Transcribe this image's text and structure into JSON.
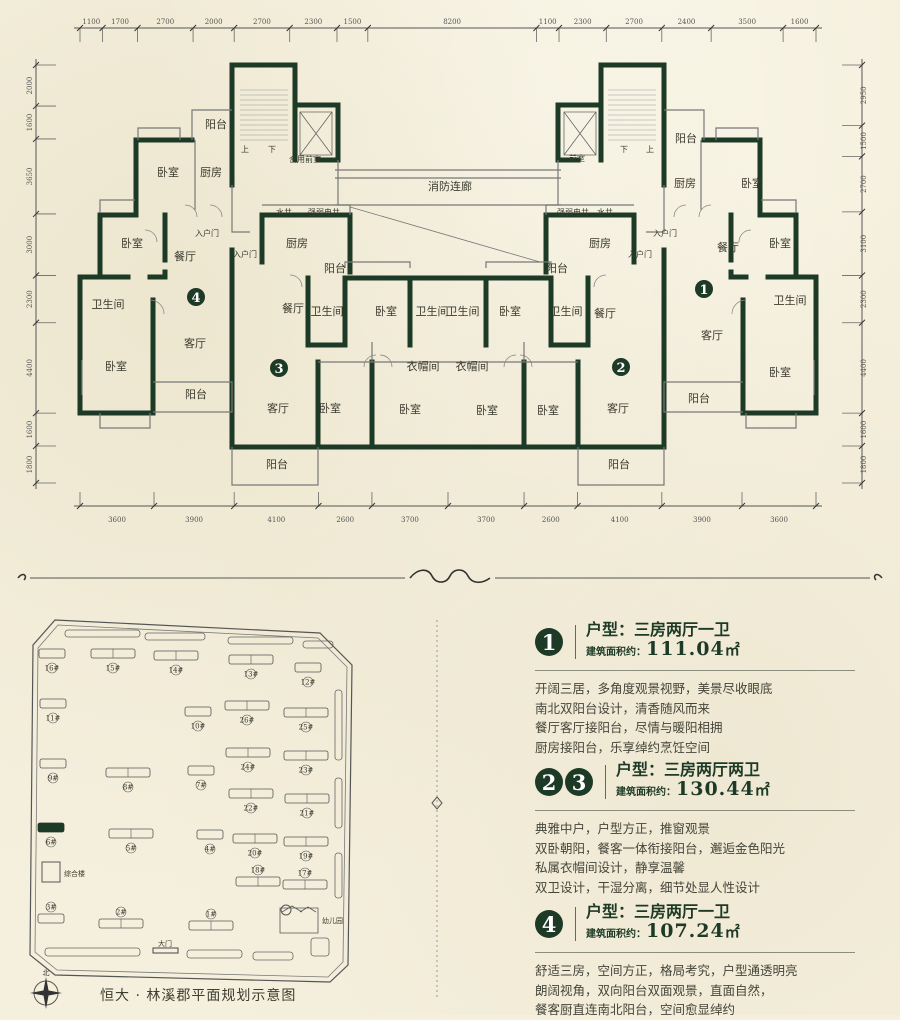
{
  "plan": {
    "dims_top": [
      1100,
      1700,
      2700,
      2000,
      2700,
      2300,
      1500,
      8200,
      1100,
      2300,
      2700,
      2400,
      3500,
      1600
    ],
    "dims_bottom": [
      3600,
      3900,
      4100,
      2600,
      3700,
      3700,
      2600,
      4100,
      3900,
      3600
    ],
    "dims_left": [
      2000,
      1600,
      3650,
      3000,
      2300,
      4400,
      1600,
      1800
    ],
    "dims_right": [
      2950,
      1500,
      2700,
      3100,
      2300,
      4400,
      1600,
      1800
    ],
    "labels": [
      "卧室",
      "厨房",
      "阳台",
      "卧室",
      "餐厅",
      "卫生间",
      "客厅",
      "卧室",
      "阳台",
      "入户门",
      "入户门",
      "厨房",
      "阳台",
      "餐厅",
      "卫生间",
      "卧室",
      "卫生间",
      "衣帽间",
      "客厅",
      "卧室",
      "卧室",
      "阳台",
      "卫生间",
      "卧室",
      "卫生间",
      "衣帽间",
      "厨房",
      "阳台",
      "餐厅",
      "客厅",
      "卧室",
      "卧室",
      "阳台",
      "入户门",
      "阳台",
      "厨房",
      "卧室",
      "卧室",
      "餐厅",
      "卫生间",
      "客厅",
      "卧室",
      "阳台",
      "入户门",
      "合用前室",
      "前室",
      "消防连廊",
      "水井",
      "强弱电井",
      "强弱电井",
      "水井",
      "上",
      "下",
      "下",
      "上"
    ],
    "unit_markers": [
      "4",
      "3",
      "2",
      "1"
    ]
  },
  "units": [
    {
      "badges": [
        "1"
      ],
      "type": "户型：三房两厅一卫",
      "area_label": "建筑面积约：",
      "area": "111.04",
      "unit": "㎡",
      "desc": [
        "开阔三居，多角度观景视野，美景尽收眼底",
        "南北双阳台设计，清香随风而来",
        "餐厅客厅接阳台，尽情与暖阳相拥",
        "厨房接阳台，乐享绰约烹饪空间"
      ]
    },
    {
      "badges": [
        "2",
        "3"
      ],
      "type": "户型：三房两厅两卫",
      "area_label": "建筑面积约：",
      "area": "130.44",
      "unit": "㎡",
      "desc": [
        "典雅中户，户型方正，推窗观景",
        "双卧朝阳，餐客一体衔接阳台，邂逅金色阳光",
        "私属衣帽间设计，静享温馨",
        "双卫设计，干湿分离，细节处显人性设计"
      ]
    },
    {
      "badges": [
        "4"
      ],
      "type": "户型：三房两厅一卫",
      "area_label": "建筑面积约：",
      "area": "107.24",
      "unit": "㎡",
      "desc": [
        "舒适三房，空间方正，格局考究，户型通透明亮",
        "朗阔视角，双向阳台双面观景，直面自然，",
        "餐客厨直连南北阳台，空间愈显绰约"
      ]
    }
  ],
  "site": {
    "title": "恒大 · 林溪郡平面规划示意图",
    "north": "北",
    "gate": "大门",
    "buildings": [
      "16#",
      "15#",
      "14#",
      "13#",
      "12#",
      "11#",
      "10#",
      "26#",
      "25#",
      "9#",
      "8#",
      "7#",
      "24#",
      "23#",
      "22#",
      "21#",
      "6#",
      "5#",
      "4#",
      "20#",
      "19#",
      "18#",
      "17#",
      "3#",
      "2#",
      "1#"
    ],
    "facilities": [
      "综合楼",
      "幼儿园"
    ],
    "highlight_building": "6#"
  },
  "colors": {
    "accent": "#1d3a26",
    "background": "#f5f0de"
  }
}
